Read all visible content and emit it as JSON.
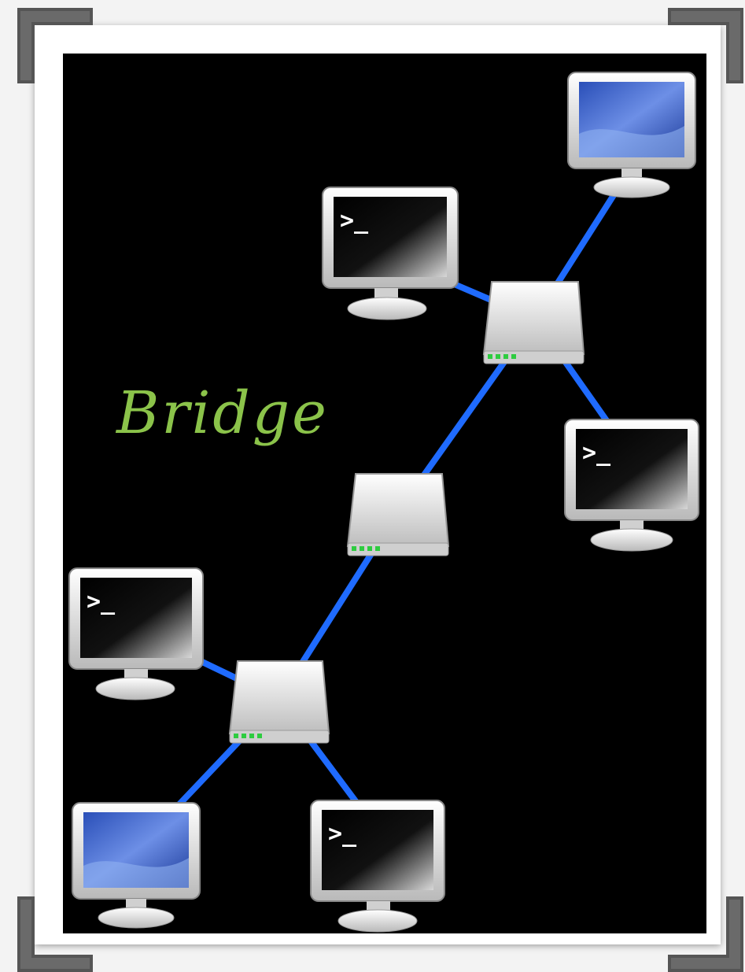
{
  "label": "Bridge",
  "prompt_symbol": ">_",
  "colors": {
    "link": "#1f6bff",
    "label": "#8bc34a",
    "background": "#000000",
    "frame": "#ffffff"
  },
  "nodes": [
    {
      "id": "pc-top-right",
      "kind": "desktop-monitor"
    },
    {
      "id": "terminal-upper",
      "kind": "terminal-monitor"
    },
    {
      "id": "switch-top",
      "kind": "switch"
    },
    {
      "id": "terminal-right",
      "kind": "terminal-monitor"
    },
    {
      "id": "switch-middle",
      "kind": "switch"
    },
    {
      "id": "terminal-left",
      "kind": "terminal-monitor"
    },
    {
      "id": "switch-bottom",
      "kind": "switch"
    },
    {
      "id": "pc-bottom-left",
      "kind": "desktop-monitor"
    },
    {
      "id": "terminal-bottom",
      "kind": "terminal-monitor"
    }
  ],
  "links": [
    [
      "switch-top",
      "pc-top-right"
    ],
    [
      "switch-top",
      "terminal-upper"
    ],
    [
      "switch-top",
      "terminal-right"
    ],
    [
      "switch-top",
      "switch-middle"
    ],
    [
      "switch-middle",
      "switch-bottom"
    ],
    [
      "switch-bottom",
      "terminal-left"
    ],
    [
      "switch-bottom",
      "pc-bottom-left"
    ],
    [
      "switch-bottom",
      "terminal-bottom"
    ]
  ]
}
